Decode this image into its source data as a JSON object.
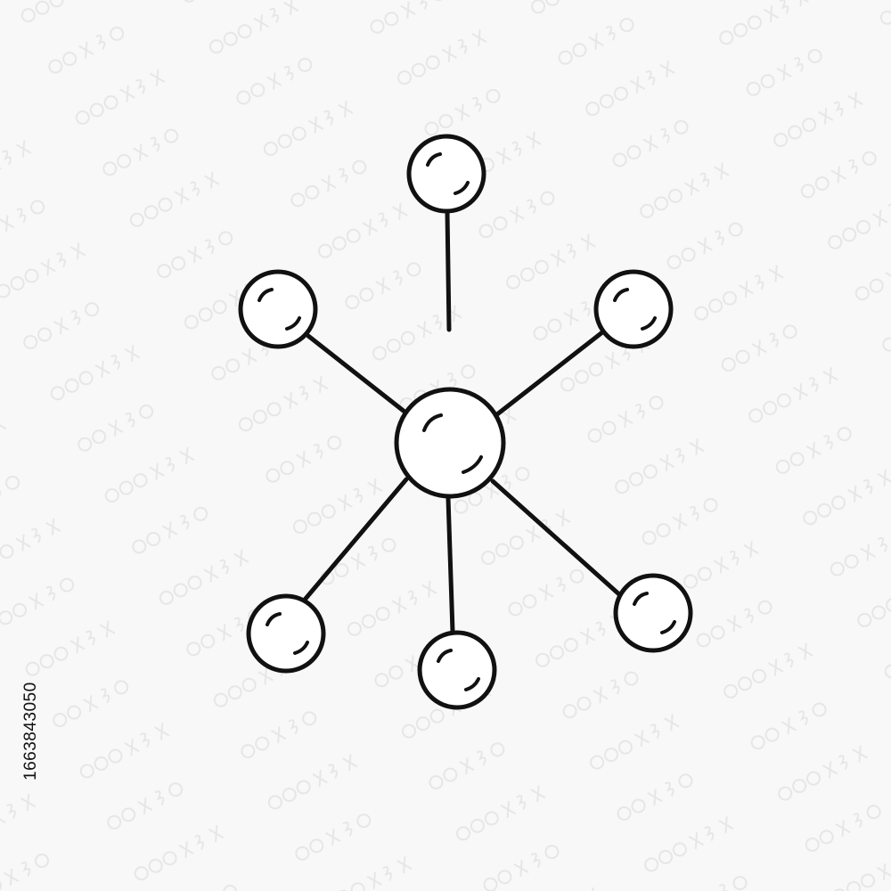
{
  "image": {
    "stock_id": "1663843050",
    "background_color": "#f8f8f8",
    "line_color": "#111111",
    "node_fill": "#ffffff"
  },
  "icon": {
    "name": "network-hub-icon",
    "node_count": 7,
    "connector_count": 6
  },
  "watermark": {
    "kind": "stock-watermark-pattern"
  }
}
